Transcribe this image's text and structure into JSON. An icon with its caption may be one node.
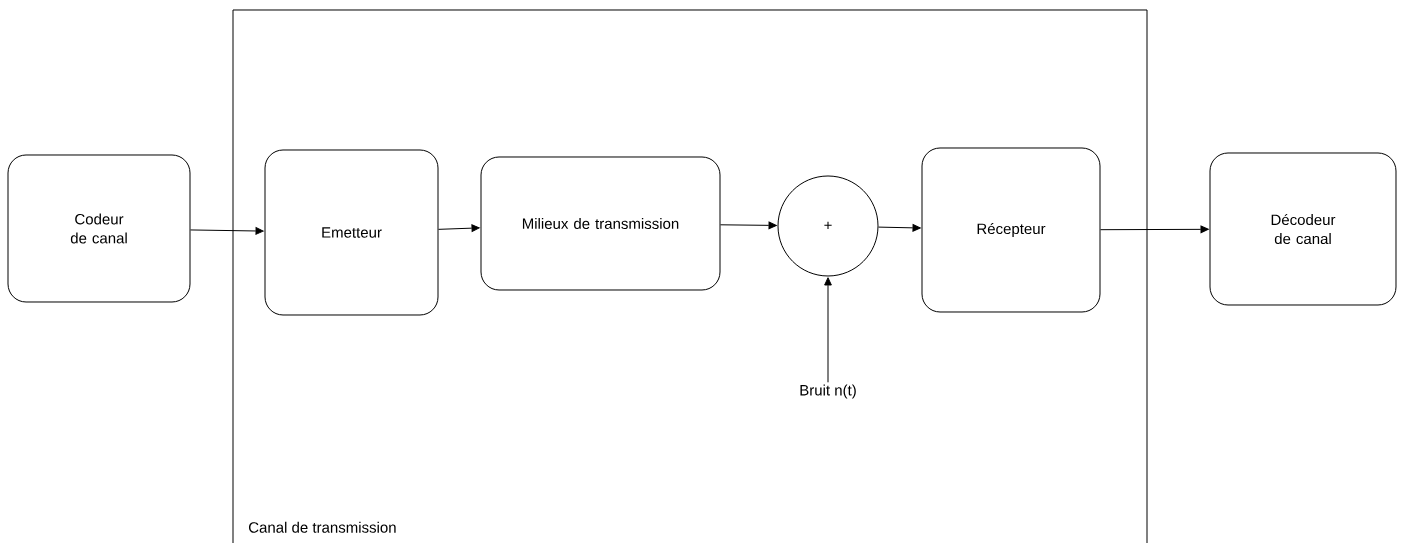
{
  "diagram": {
    "nodes": [
      {
        "text": [
          "Codeur de canal"
        ]
      },
      {
        "text": [
          "Canal de transmission"
        ]
      },
      {
        "text": [
          "Emetteur"
        ],
        "in": 1
      },
      {
        "text": [
          "Milieux de transmission"
        ],
        "in": 1
      },
      {
        "text": [
          "+"
        ],
        "in": 1
      },
      {
        "text": [
          "Bruit n(t)"
        ],
        "in": 1
      },
      {
        "text": [
          "Récepteur"
        ],
        "in": 1
      },
      {
        "text": [
          "Décodeur de canal"
        ]
      }
    ],
    "edges": [
      {
        "from": 0,
        "to": 2,
        "arrow": "to"
      },
      {
        "from": 2,
        "to": 3,
        "arrow": "to"
      },
      {
        "from": 3,
        "to": 4,
        "arrow": "to"
      },
      {
        "from": 5,
        "to": 4,
        "arrow": "to"
      },
      {
        "from": 4,
        "to": 6,
        "arrow": "to"
      },
      {
        "from": 6,
        "to": 7,
        "arrow": "to"
      }
    ]
  }
}
